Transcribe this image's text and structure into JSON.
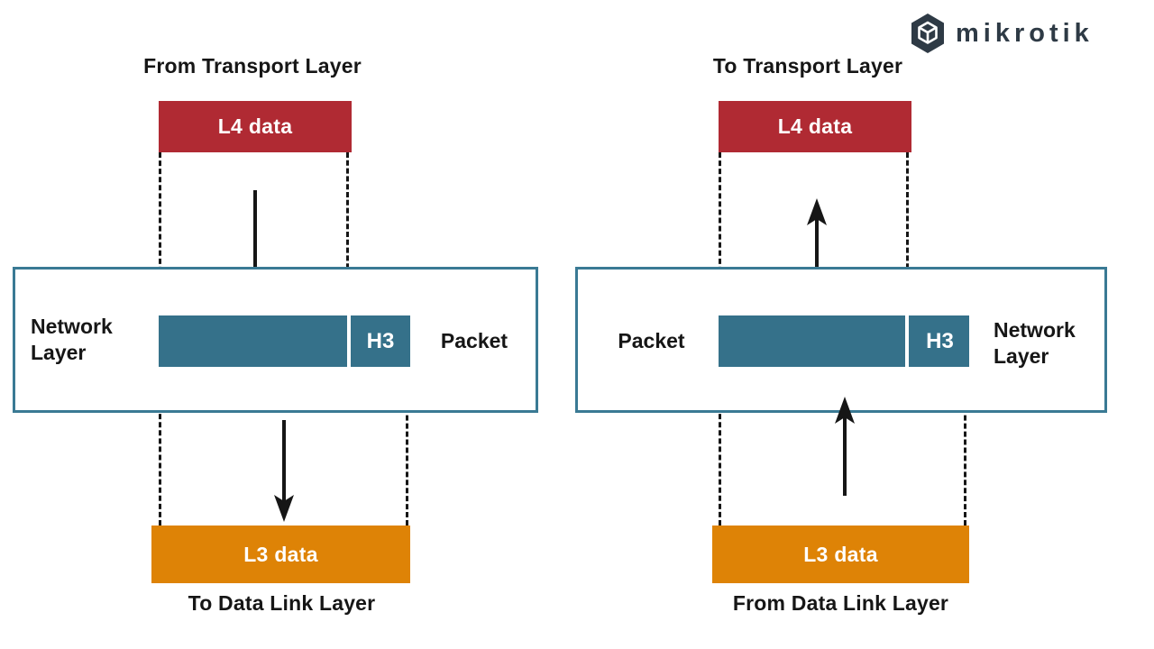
{
  "brand": {
    "name": "mikrotik",
    "icon": "mikrotik-cube-icon",
    "color": "#2e3a45"
  },
  "colors": {
    "l4_data": "#b02a33",
    "l3_data": "#de8306",
    "packet_fill": "#35718a",
    "layer_box_border": "#3a7a94",
    "ink": "#161616"
  },
  "diagrams": {
    "left": {
      "direction": "down",
      "top_label": "From Transport Layer",
      "l4_label": "L4 data",
      "layer_name_line1": "Network",
      "layer_name_line2": "Layer",
      "header_label": "H3",
      "packet_label": "Packet",
      "l3_label": "L3 data",
      "bottom_label": "To Data Link Layer"
    },
    "right": {
      "direction": "up",
      "top_label": "To Transport Layer",
      "l4_label": "L4 data",
      "layer_name_line1": "Network",
      "layer_name_line2": "Layer",
      "header_label": "H3",
      "packet_label": "Packet",
      "l3_label": "L3 data",
      "bottom_label": "From Data Link Layer"
    }
  }
}
